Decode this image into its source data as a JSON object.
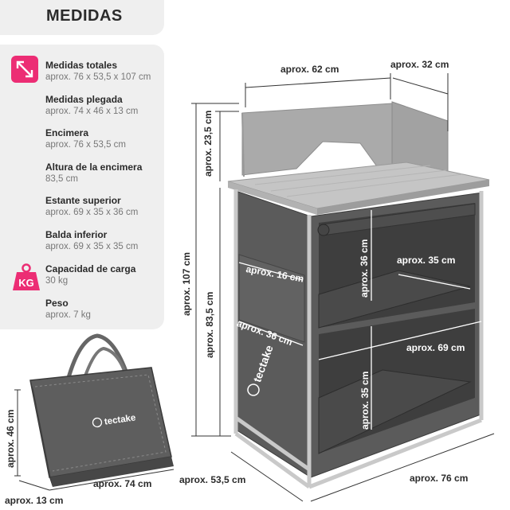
{
  "header": {
    "title": "MEDIDAS"
  },
  "specs": [
    {
      "label": "Medidas totales",
      "value": "aprox. 76 x 53,5 x 107 cm"
    },
    {
      "label": "Medidas plegada",
      "value": "aprox. 74 x 46 x 13 cm"
    },
    {
      "label": "Encimera",
      "value": "aprox. 76 x 53,5 cm"
    },
    {
      "label": "Altura de la encimera",
      "value": "83,5 cm"
    },
    {
      "label": "Estante superior",
      "value": "aprox. 69 x 35 x 36 cm"
    },
    {
      "label": "Balda inferior",
      "value": "aprox. 69 x 35 x 35 cm"
    },
    {
      "label": "Capacidad de carga",
      "value": "30 kg"
    },
    {
      "label": "Peso",
      "value": "aprox. 7 kg"
    }
  ],
  "icons": {
    "dimensions": "diagonal-arrows-icon",
    "weight": "kg-weight-icon"
  },
  "kg_label": "KG",
  "colors": {
    "accent": "#ec2d74",
    "panel": "#efefef",
    "fabric": "#5b5b5b"
  },
  "bag": {
    "brand": "tectake",
    "height": "aprox. 46 cm",
    "width": "aprox. 74 cm",
    "depth": "aprox. 13 cm"
  },
  "cabinet": {
    "brand": "tectake",
    "top_width": "aprox. 62 cm",
    "top_depth": "aprox. 32 cm",
    "windscreen_height": "aprox. 23,5 cm",
    "total_height": "aprox. 107 cm",
    "counter_height": "aprox. 83,5 cm",
    "pocket_width": "aprox. 16 cm",
    "side_depth": "aprox. 36 cm",
    "upper_shelf_height": "aprox. 36 cm",
    "shelf_depth": "aprox. 35 cm",
    "shelf_width": "aprox. 69 cm",
    "lower_shelf_height": "aprox. 35 cm",
    "base_depth": "aprox. 53,5 cm",
    "base_width": "aprox. 76 cm"
  }
}
